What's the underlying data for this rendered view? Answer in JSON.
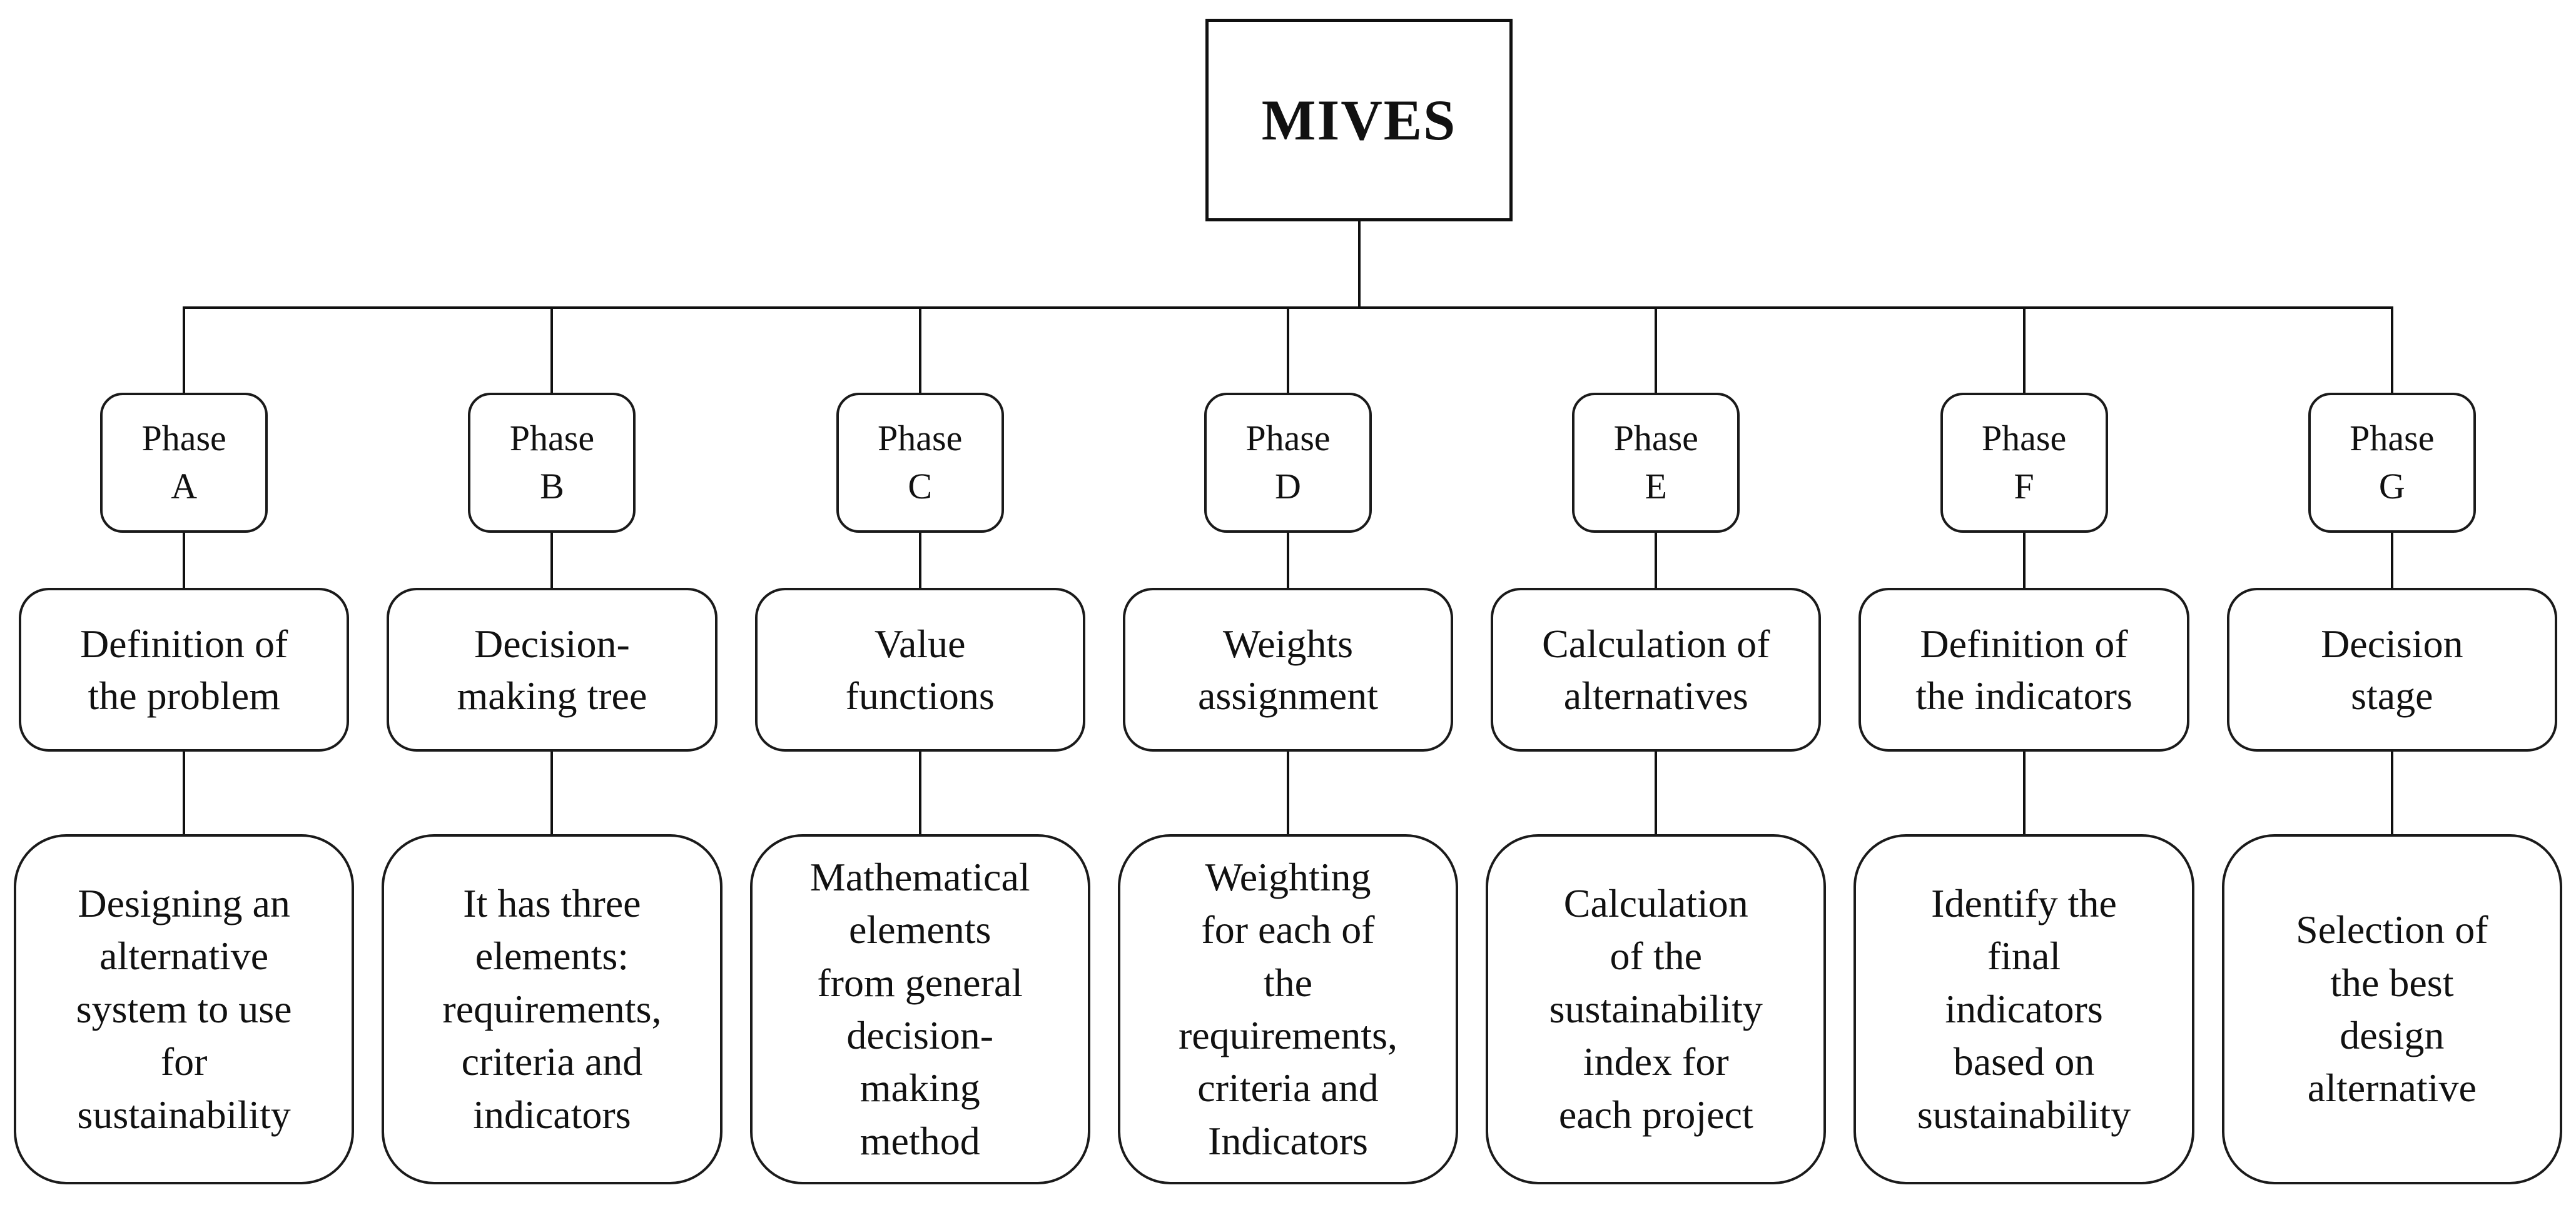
{
  "diagram": {
    "ink_color": "#101010",
    "background_color": "#ffffff",
    "root": {
      "label": "MIVES"
    },
    "phase_word": "Phase",
    "phases": [
      {
        "letter": "A",
        "title": "Definition of\nthe problem",
        "description": "Designing an\nalternative\nsystem to use\nfor\nsustainability"
      },
      {
        "letter": "B",
        "title": "Decision-\nmaking tree",
        "description": "It has three\nelements:\nrequirements,\ncriteria and\nindicators"
      },
      {
        "letter": "C",
        "title": "Value\nfunctions",
        "description": "Mathematical\nelements\nfrom general\ndecision-\nmaking\nmethod"
      },
      {
        "letter": "D",
        "title": "Weights\nassignment",
        "description": "Weighting\nfor each of\nthe\nrequirements,\ncriteria and\nIndicators"
      },
      {
        "letter": "E",
        "title": "Calculation of\nalternatives",
        "description": "Calculation\nof the\nsustainability\nindex for\neach project"
      },
      {
        "letter": "F",
        "title": "Definition of\nthe indicators",
        "description": "Identify the\nfinal\nindicators\nbased on\nsustainability"
      },
      {
        "letter": "G",
        "title": "Decision\nstage",
        "description": "Selection of\nthe best\ndesign\nalternative"
      }
    ]
  }
}
